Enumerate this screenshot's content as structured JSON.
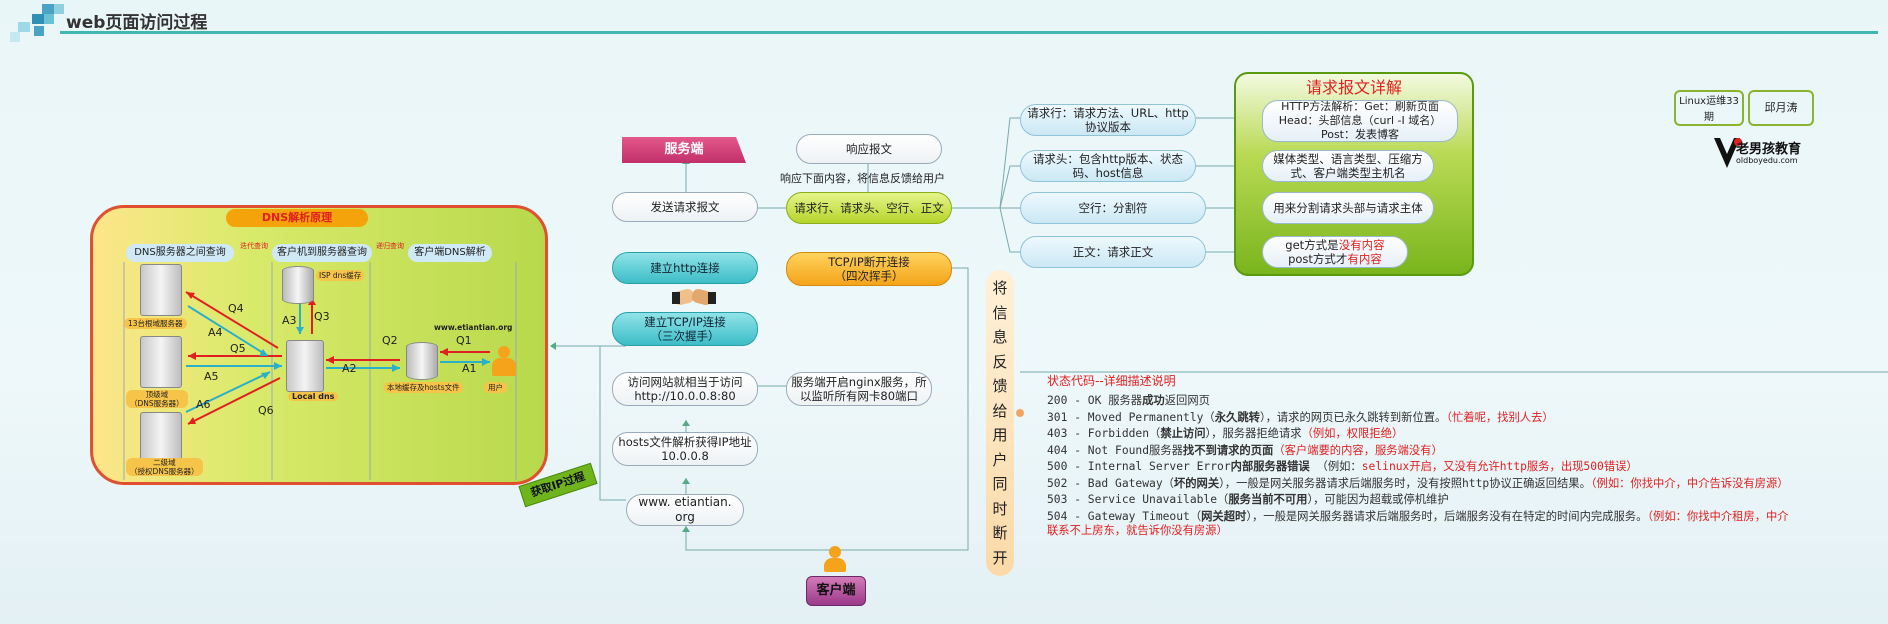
{
  "header": {
    "title": "web页面访问过程"
  },
  "dns": {
    "title": "DNS解析原理",
    "col1": "DNS服务器之间查询",
    "col2": "客户机到服务器查询",
    "col3": "客户端DNS解析",
    "iter": "迭代查询",
    "recur": "递归查询",
    "root": "13台根域服务器",
    "top": "顶级域\n（DNS服务器）",
    "second": "二级域\n（授权DNS服务器）",
    "isp": "ISP dns缓存",
    "local": "Local dns",
    "hosts": "本地缓存及hosts文件",
    "user": "用户",
    "site": "www.etiantian.org",
    "q1": "Q1",
    "a1": "A1",
    "q2": "Q2",
    "a2": "A2",
    "q3": "Q3",
    "a3": "A3",
    "q4": "Q4",
    "a4": "A4",
    "q5": "Q5",
    "a5": "A5",
    "q6": "Q6",
    "a6": "A6"
  },
  "get_ip": "获取IP过程",
  "flow": {
    "server": "服务端",
    "client": "客户端",
    "response": "响应报文",
    "resp_note": "响应下面内容，将信息反馈给用户",
    "send_req": "发送请求报文",
    "req_parts": "请求行、请求头、空行、正文",
    "http_conn": "建立http连接",
    "tcp_close": "TCP/IP断开连接\n（四次挥手）",
    "tcp_conn": "建立TCP/IP连接\n（三次握手）",
    "visit": "访问网站就相当于访问\nhttp://10.0.0.8:80",
    "nginx": "服务端开启nginx服务，所\n以监听所有网卡80端口",
    "hosts_parse": "hosts文件解析获得IP地址\n10.0.0.8",
    "domain": "www. etiantian. org",
    "vertical": "将信息反馈给用户同时断开"
  },
  "request": {
    "title": "请求报文详解",
    "line": "请求行：请求方法、URL、http\n协议版本",
    "head": "请求头：包含http版本、状态\n码、host信息",
    "blank": "空行：分割符",
    "body": "正文：请求正文",
    "d1": "HTTP方法解析：Get：刷新页面\nHead：头部信息（curl -I 域名）\nPost：发表博客",
    "d2": "媒体类型、语言类型、压缩方\n式、客户端类型主机名",
    "d3": "用来分割请求头部与请求主体",
    "d4a": "get方式是",
    "d4b": "没有内容",
    "d4c": "post方式才",
    "d4d": "有内容"
  },
  "status": {
    "title": "状态代码--详细描述说明",
    "lines": [
      [
        "200 - OK  服务器",
        "成功",
        "返回网页",
        "",
        ""
      ],
      [
        "301 - Moved Permanently（",
        "永久跳转",
        "），请求的网页已永久跳转到新位置。",
        "（忙着呢，找别人去）",
        ""
      ],
      [
        "403 - Forbidden（",
        "禁止访问",
        "），服务器拒绝请求",
        "（例如，权限拒绝）",
        ""
      ],
      [
        "404 - Not Found服务器",
        "找不到请求的页面",
        "",
        "（客户端要的内容，服务端没有）",
        ""
      ],
      [
        "500 - Internal Server Error",
        "内部服务器错误",
        "  （例如：",
        "selinux开启，又没有允许http服务，出现500错误）",
        ""
      ],
      [
        "502 - Bad Gateway（",
        "坏的网关",
        "），一般是网关服务器请求后端服务时，没有按照http协议正确返回结果。",
        "（例如：你找中介，中介告诉没有房源）",
        ""
      ],
      [
        "503 - Service Unavailable（",
        "服务当前不可用",
        "），可能因为超载或停机维护",
        "",
        ""
      ],
      [
        "504 - Gateway Timeout（",
        "网关超时",
        "），一般是网关服务器请求后端服务时，后端服务没有在特定的时间内完成服务。",
        "（例如：你找中介租房，中介",
        ""
      ]
    ],
    "last": "联系不上房东，就告诉你没有房源）"
  },
  "badges": {
    "b1": "Linux运维33\n期",
    "b2": "邱月涛",
    "logo": "老男孩教育",
    "logo_sub": "oldboyedu.com"
  },
  "colors": {
    "teal_rule": "#3fb8b0",
    "dns_border": "#e05030",
    "green_panel": "#7ab51d",
    "red": "#e02020"
  }
}
